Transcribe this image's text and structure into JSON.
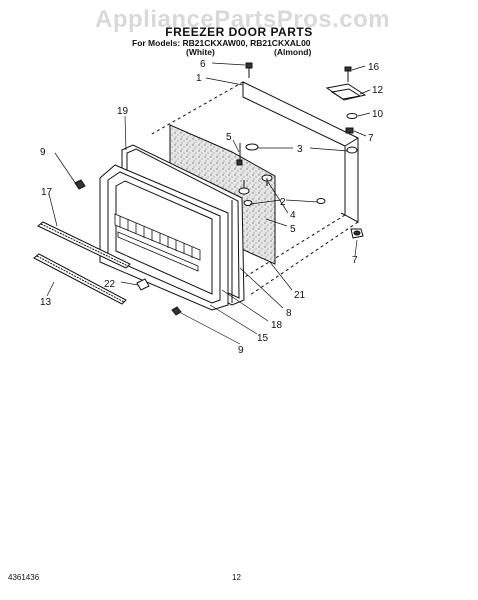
{
  "watermark": "AppliancePartsPros.com",
  "header": {
    "title": "FREEZER DOOR PARTS",
    "models": "For Models: RB21CKXAW00, RB21CKXAL00",
    "color_white": "(White)",
    "color_almond": "(Almond)"
  },
  "callouts": {
    "c6": "6",
    "c1": "1",
    "c16": "16",
    "c12": "12",
    "c10": "10",
    "c7a": "7",
    "c19": "19",
    "c5a": "5",
    "c3": "3",
    "c9a": "9",
    "c17": "17",
    "c2": "2",
    "c4": "4",
    "c5b": "5",
    "c7b": "7",
    "c22": "22",
    "c13": "13",
    "c21": "21",
    "c8": "8",
    "c18": "18",
    "c15": "15",
    "c9b": "9"
  },
  "footer": {
    "doc_number": "4361436",
    "page_number": "12"
  }
}
